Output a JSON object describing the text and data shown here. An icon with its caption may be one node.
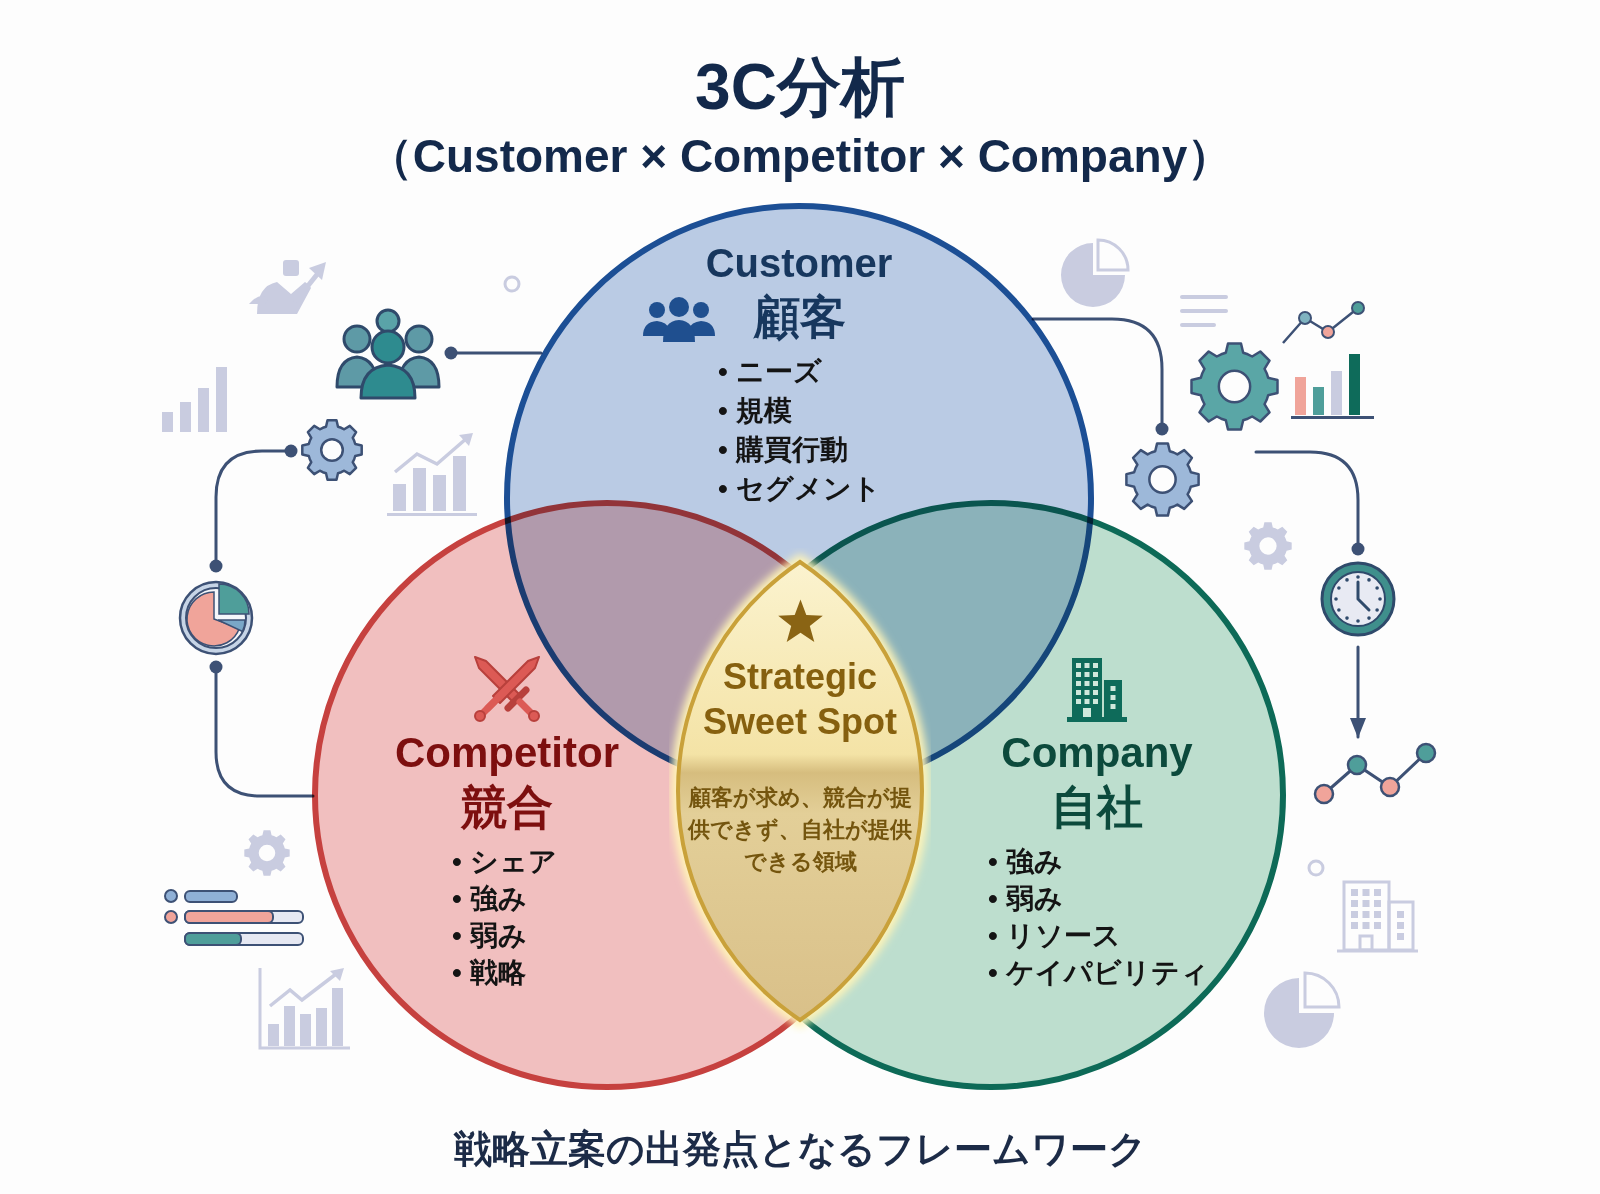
{
  "diagram": {
    "title": "3C分析",
    "caption": "戦略立案の出発点となるフレームワーク",
    "nodes": [
      {
        "text": [
          "Customer",
          "顧客",
          "• ニーズ",
          "• 規模",
          "• 購買行動",
          "• セグメント"
        ]
      },
      {
        "text": [
          "Competitor",
          "競合",
          "• シェア",
          "• 強み",
          "• 弱み",
          "• 戦略"
        ]
      },
      {
        "text": [
          "Company",
          "自社",
          "• 強み",
          "• 弱み",
          "• リソース",
          "• ケイパビリティ"
        ]
      },
      {
        "text": [
          "Strategic Sweet Spot",
          "顧客が求め、競合が提供できず、自社が提供できる領域"
        ]
      },
      {
        "text": [],
        "shape": "picture"
      },
      {
        "text": [],
        "shape": "picture"
      },
      {
        "text": [],
        "shape": "picture"
      },
      {
        "text": [],
        "shape": "picture"
      },
      {
        "text": [],
        "shape": "picture"
      },
      {
        "text": [],
        "shape": "picture"
      },
      {
        "text": [],
        "shape": "picture"
      }
    ],
    "edges": [
      {
        "from": 4,
        "to": 0,
        "arrow": "other"
      },
      {
        "from": 5,
        "to": 6,
        "arrow": "other"
      },
      {
        "from": 6,
        "to": 1,
        "arrow": "other"
      },
      {
        "from": 0,
        "to": 7,
        "arrow": "other"
      },
      {
        "from": null,
        "to": 9,
        "arrow": "other"
      },
      {
        "from": 9,
        "to": 10,
        "arrow": "to"
      }
    ],
    "labels": [
      "（Customer × Competitor × Company）"
    ]
  }
}
